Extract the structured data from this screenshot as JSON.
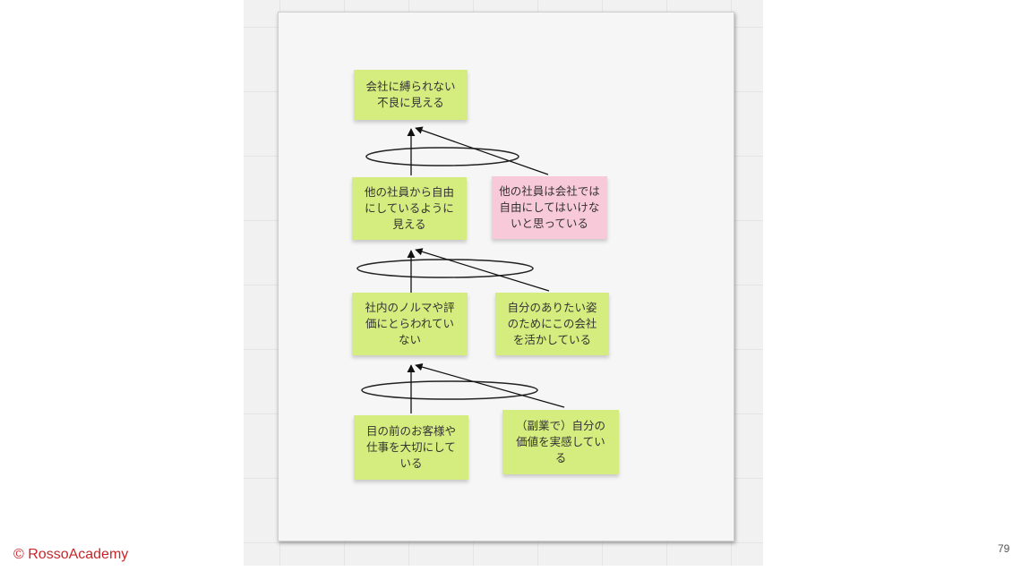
{
  "colors": {
    "note_green": "#d5ec7f",
    "note_pink": "#f8c9d9",
    "copyright": "#c8262b"
  },
  "notes": {
    "top": "会社に縛られない\n不良に見える",
    "free_looking": "他の社員から自由\nにしているように\n見える",
    "others_belief": "他の社員は会社では\n自由にしてはいけな\nいと思っている",
    "not_bound_quota": "社内のノルマや評\n価にとらわれてい\nない",
    "use_company": "自分のありたい姿\nのためにこの会社\nを活かしている",
    "value_customers": "目の前のお客様や\n仕事を大切にして\nいる",
    "side_job_value": "（副業で）自分の\n価値を実感してい\nる"
  },
  "footer": {
    "copyright": "© RossoAcademy",
    "page_number": "79"
  }
}
